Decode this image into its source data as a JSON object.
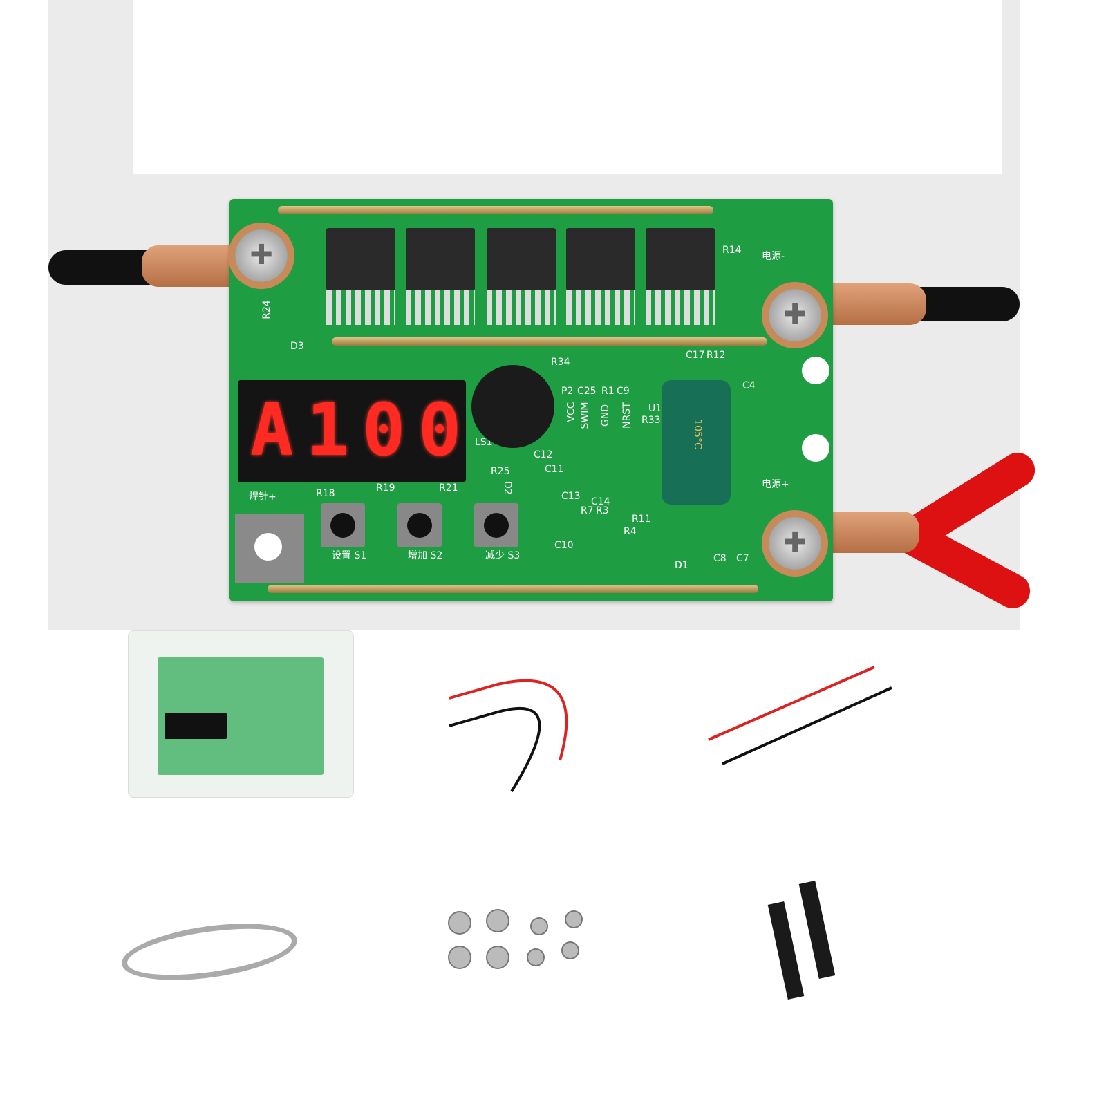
{
  "display": {
    "digits": [
      "A",
      "1",
      "0",
      "0"
    ],
    "color": "#ff2b22"
  },
  "board": {
    "labels": {
      "power_neg": "电源-",
      "power_pos": "电源+",
      "weld_pin_pos": "焊针+",
      "buzzer": "LS1",
      "r14": "R14",
      "r24": "R24",
      "d3": "D3",
      "r34": "R34",
      "p2": "P2",
      "c25": "C25",
      "r1": "R1",
      "c9": "C9",
      "c17": "C17",
      "r12": "R12",
      "c4": "C4",
      "u1": "U1",
      "r33": "R33",
      "c12": "C12",
      "c11": "C11",
      "r25": "R25",
      "d2": "D2",
      "c13": "C13",
      "c14": "C14",
      "r7": "R7",
      "r3": "R3",
      "r11": "R11",
      "r4": "R4",
      "c10": "C10",
      "d1": "D1",
      "c8": "C8",
      "c7": "C7",
      "r18": "R18",
      "r19": "R19",
      "r21": "R21"
    },
    "header_pins": [
      "VCC",
      "SWIM",
      "GND",
      "NRST"
    ],
    "buttons": [
      {
        "label": "设置 S1"
      },
      {
        "label": "增加 S2"
      },
      {
        "label": "减少 S3"
      }
    ],
    "capacitor_marking": "105°C",
    "pcb_color": "#1f9d43"
  }
}
